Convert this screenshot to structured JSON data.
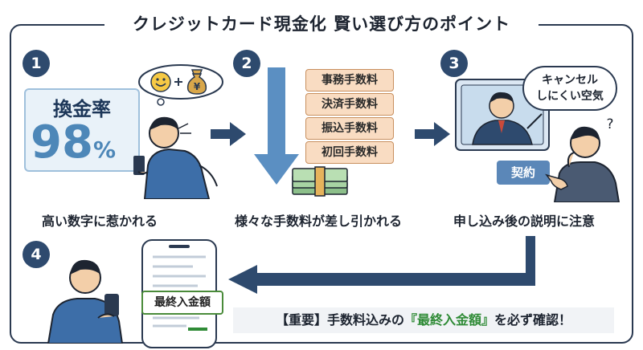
{
  "title": "クレジットカード現金化 賢い選び方のポイント",
  "steps": [
    {
      "number": "1",
      "caption": "高い数字に惹かれる",
      "rate_label": "換金率",
      "rate_value": "98",
      "rate_unit": "%"
    },
    {
      "number": "2",
      "caption": "様々な手数料が差し引かれる",
      "fees": [
        "事務手数料",
        "決済手数料",
        "振込手数料",
        "初回手数料"
      ]
    },
    {
      "number": "3",
      "caption": "申し込み後の説明に注意",
      "speech_line1": "キャンセル",
      "speech_line2": "しにくい空気",
      "contract_label": "契約"
    },
    {
      "number": "4",
      "final_label": "最終入金額"
    }
  ],
  "note": {
    "prefix": "【重要】手数料込みの",
    "highlight": "『最終入金額』",
    "suffix": "を必ず確認！"
  },
  "icons": [
    "smiley-face-icon",
    "money-bag-icon",
    "plus-icon",
    "question-mark-icon",
    "cash-stack-icon"
  ],
  "colors": {
    "navy": "#2e4a6e",
    "blue_arrow": "#5b8fc2",
    "fee_fill": "#f9dcc2",
    "green": "#2f8b36"
  }
}
